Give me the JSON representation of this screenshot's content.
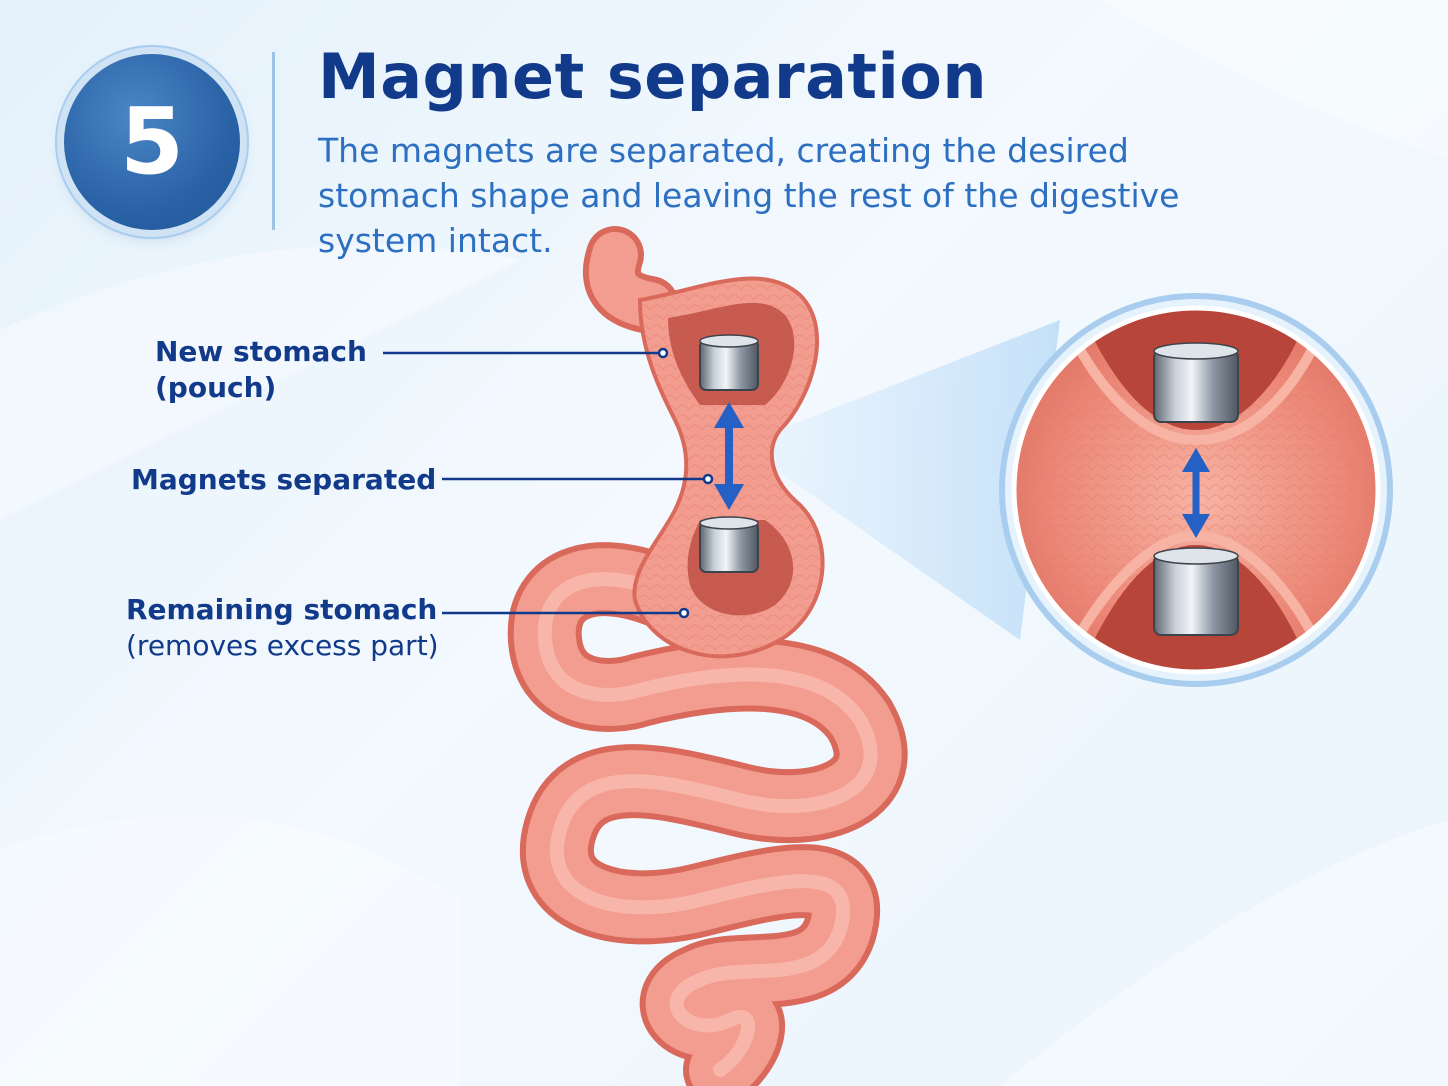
{
  "header": {
    "step_number": "5",
    "title": "Magnet separation",
    "description": "The magnets are separated, creating the desired stomach shape and leaving the rest of the digestive system intact."
  },
  "labels": {
    "new_stomach_line1": "New stomach",
    "new_stomach_line2": "(pouch)",
    "magnets_separated": "Magnets separated",
    "remaining_stomach_line1": "Remaining stomach",
    "remaining_stomach_line2": "(removes excess part)"
  },
  "colors": {
    "accent_dark": "#123a8a",
    "accent": "#2d6fc0",
    "tissue": "#f29d8f",
    "tissue_dark": "#d9695b",
    "arrow": "#2560c4"
  },
  "icons": [
    "double-arrow-icon",
    "magnet-icon"
  ]
}
